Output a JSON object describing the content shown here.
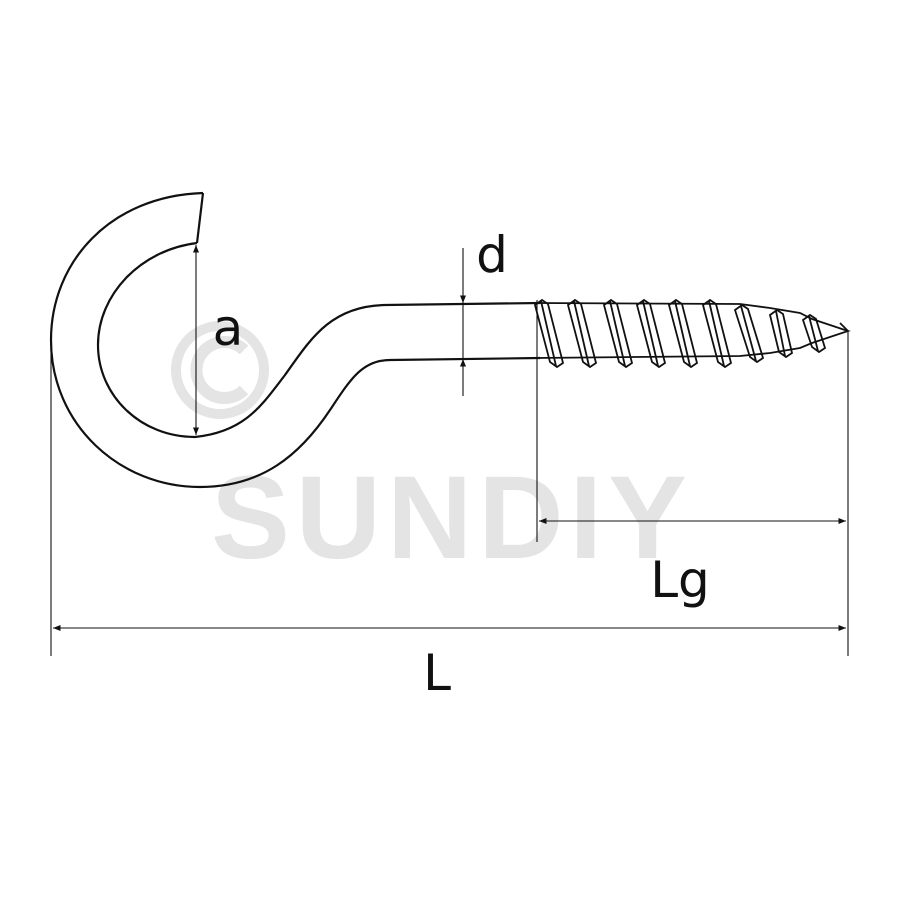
{
  "watermark": {
    "copyright_symbol": "©",
    "brand": "SUNDIY"
  },
  "labels": {
    "a": "a",
    "d": "d",
    "Lg": "Lg",
    "L": "L"
  },
  "colors": {
    "line": "#111111",
    "watermark": "#e4e4e4",
    "background": "#ffffff"
  }
}
